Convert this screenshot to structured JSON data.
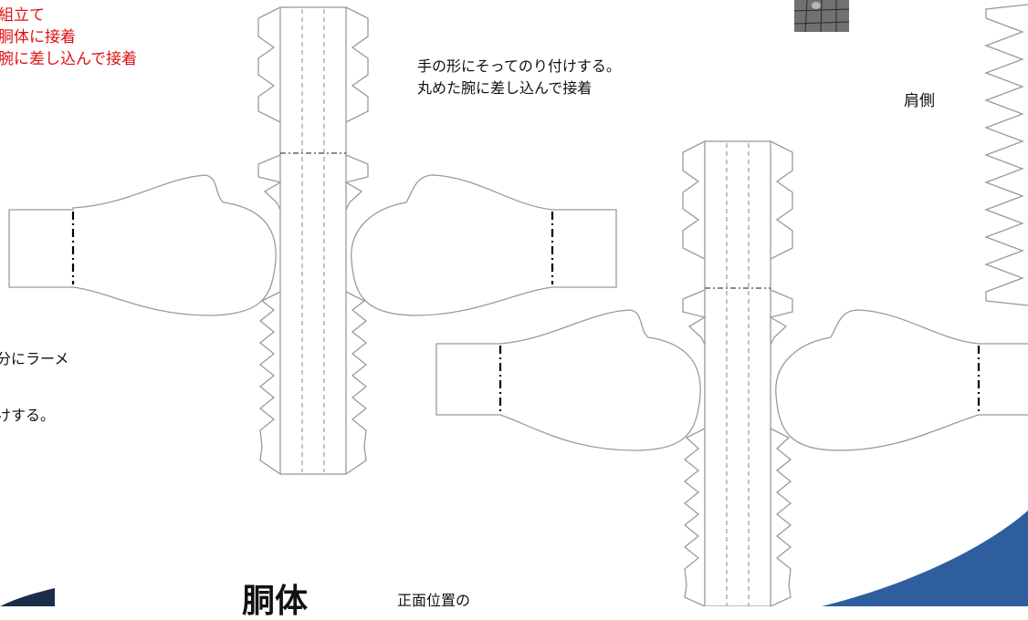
{
  "notes": {
    "red_line1": "組立て",
    "red_line2": "胴体に接着",
    "red_line3": "腕に差し込んで接着",
    "hand_line1": "手の形にそってのり付けする。",
    "hand_line2": "丸めた腕に差し込んで接着",
    "shoulder_side": "肩側",
    "left_frag1": "分にラーメ",
    "left_frag2": "けする。",
    "body_title": "胴体",
    "front_position": "正面位置の"
  },
  "colors": {
    "outline": "#9a9a9a",
    "fold_dash": "#8a8a8a",
    "cut_mark": "#000000",
    "red_text": "#e01010",
    "accent_blue": "#2f5e9e"
  }
}
